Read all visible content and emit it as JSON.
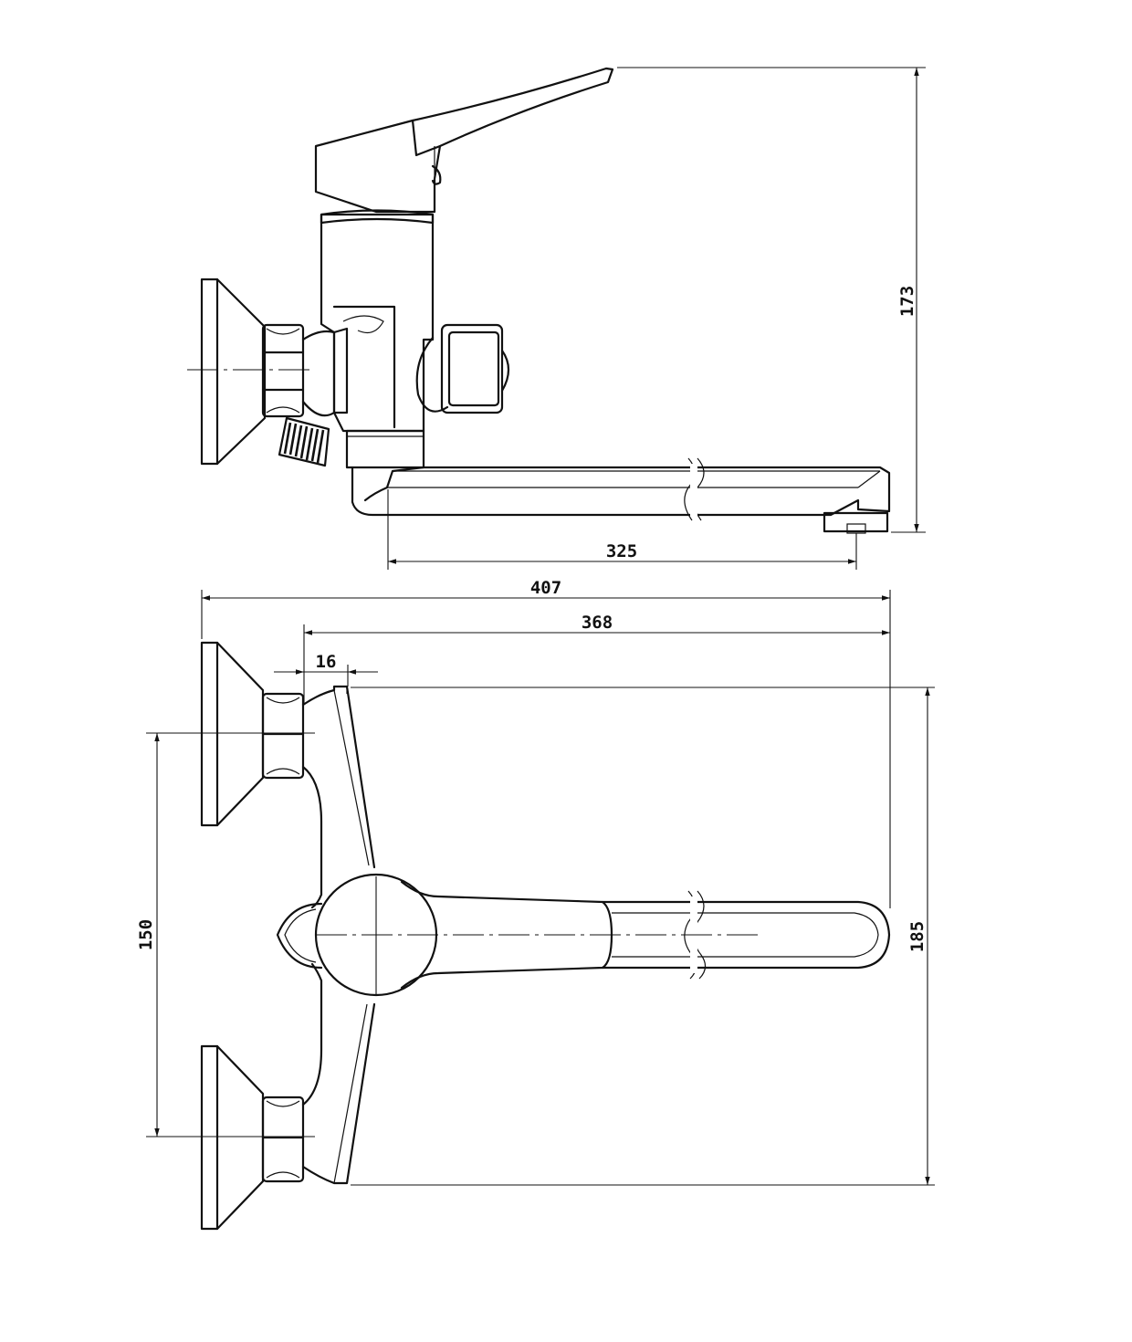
{
  "dimensions": {
    "height_total": "173",
    "spout_reach": "325",
    "overall_length": "407",
    "body_to_spout_length": "368",
    "lever_offset": "16",
    "inlet_centers": "150",
    "overall_width": "185"
  },
  "colors": {
    "line": "#111111",
    "background": "#ffffff"
  }
}
